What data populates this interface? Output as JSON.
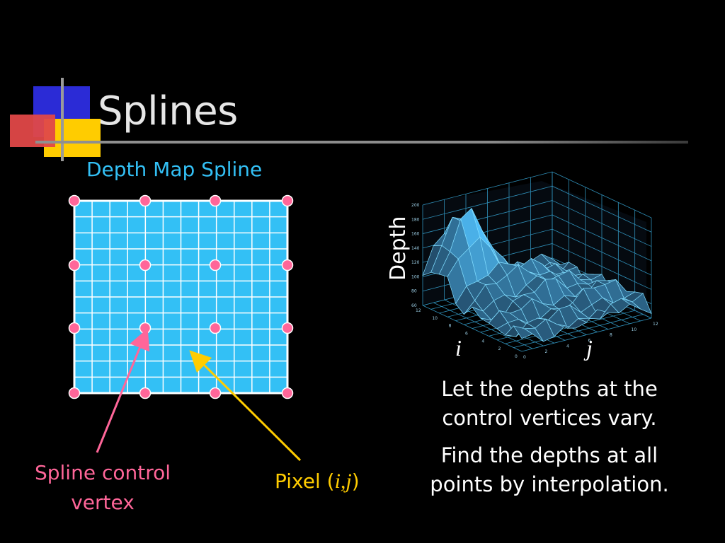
{
  "slide": {
    "title": "Splines",
    "subtitle": "Depth Map Spline"
  },
  "labels": {
    "control_vertex_line1": "Spline control",
    "control_vertex_line2": "vertex",
    "pixel_prefix": "Pixel (",
    "pixel_vars": "i,j",
    "pixel_suffix": ")"
  },
  "plot": {
    "z_label": "Depth",
    "x_label": "i",
    "y_label": "j",
    "z_ticks": [
      "200",
      "180",
      "160",
      "140",
      "120",
      "100",
      "80",
      "60"
    ],
    "i_ticks": [
      "12",
      "10",
      "8",
      "6",
      "4",
      "2",
      "0"
    ],
    "j_ticks": [
      "0",
      "2",
      "4",
      "6",
      "8",
      "10",
      "12"
    ]
  },
  "captions": {
    "line1": "Let the depths at the",
    "line2": "control vertices vary.",
    "line3": "Find the depths at all",
    "line4": "points by interpolation."
  },
  "colors": {
    "background": "#000000",
    "grid_fill": "#33c0f5",
    "control_vertex": "#ff6699",
    "pixel_arrow": "#ffcc00",
    "surface": "#3fb0de"
  }
}
